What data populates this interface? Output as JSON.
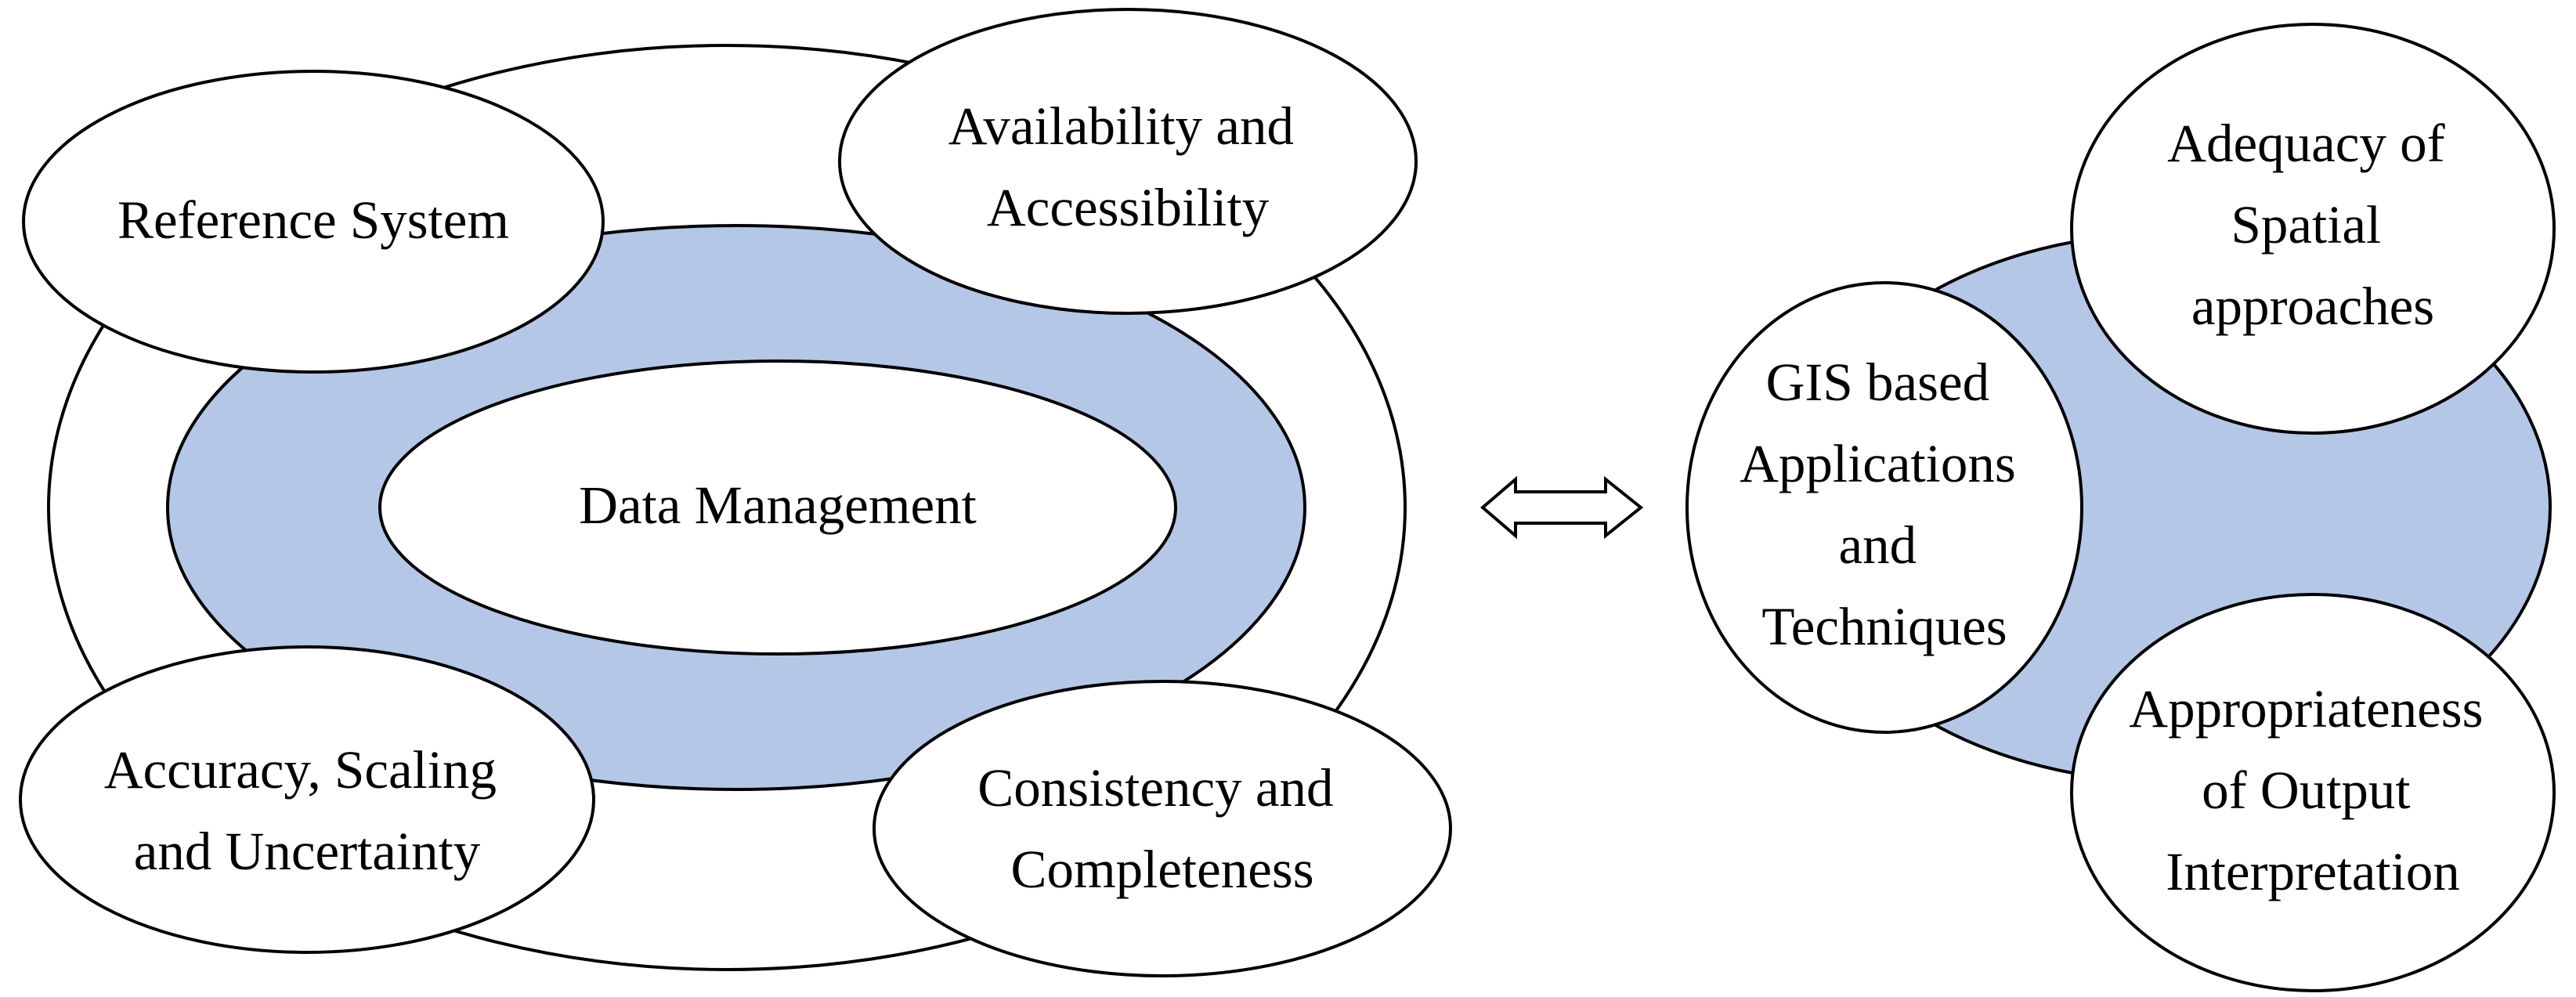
{
  "colors": {
    "ring_fill": "#b4c7e7",
    "shape_fill": "#ffffff",
    "stroke": "#000000"
  },
  "left_group": {
    "center": "Data Management",
    "satellites": {
      "top_left": [
        "Reference System"
      ],
      "top_right": [
        "Availability and",
        "Accessibility"
      ],
      "bottom_left": [
        "Accuracy, Scaling",
        "and Uncertainty"
      ],
      "bottom_right": [
        "Consistency and",
        "Completeness"
      ]
    }
  },
  "connector": {
    "icon": "double-arrow-icon"
  },
  "right_group": {
    "hub": [
      "GIS based",
      "Applications",
      "and",
      "Techniques"
    ],
    "satellites": {
      "top": [
        "Adequacy of",
        "Spatial",
        "approaches"
      ],
      "bottom": [
        "Appropriateness",
        "of Output",
        "Interpretation"
      ]
    }
  }
}
